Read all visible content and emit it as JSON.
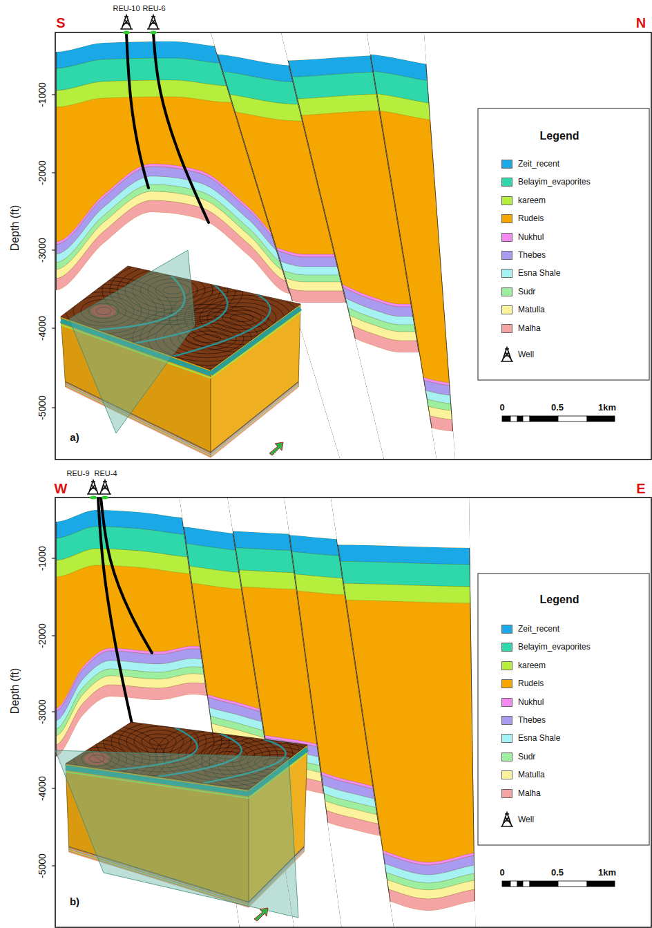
{
  "diagram": {
    "labels": [
      "S",
      "REU-10",
      "REU-6",
      "N",
      "-1000",
      "-2000",
      "-3000",
      "-4000",
      "-5000",
      "Depth (ft)",
      "Legend",
      "0",
      "0.5",
      "1km",
      "a)",
      "W",
      "REU-9",
      "REU-4",
      "E",
      "-1000",
      "-2000",
      "-3000",
      "-4000",
      "-5000",
      "Depth (ft)",
      "Legend",
      "0",
      "0.5",
      "1km",
      "b)"
    ],
    "legend": [
      {
        "text": "Zeit_recent",
        "color": "#1aa8e6"
      },
      {
        "text": "Belayim_evaporites",
        "color": "#2ed8aa"
      },
      {
        "text": "kareem",
        "color": "#b5ee3c"
      },
      {
        "text": "Rudeis",
        "color": "#f5a600"
      },
      {
        "text": "Nukhul",
        "color": "#f28cf0"
      },
      {
        "text": "Thebes",
        "color": "#a99cf0"
      },
      {
        "text": "Esna Shale",
        "color": "#a6f2f2"
      },
      {
        "text": "Sudr",
        "color": "#9eeea0"
      },
      {
        "text": "Matulla",
        "color": "#fbf39c"
      },
      {
        "text": "Malha",
        "color": "#f4a4a4"
      },
      {
        "text": "Well"
      },
      {
        "text": "Zeit_recent",
        "color": "#1aa8e6"
      },
      {
        "text": "Belayim_evaporites",
        "color": "#2ed8aa"
      },
      {
        "text": "kareem",
        "color": "#b5ee3c"
      },
      {
        "text": "Rudeis",
        "color": "#f5a600"
      },
      {
        "text": "Nukhul",
        "color": "#f28cf0"
      },
      {
        "text": "Thebes",
        "color": "#a99cf0"
      },
      {
        "text": "Esna Shale",
        "color": "#a6f2f2"
      },
      {
        "text": "Sudr",
        "color": "#9eeea0"
      },
      {
        "text": "Matulla",
        "color": "#fbf39c"
      },
      {
        "text": "Malha",
        "color": "#f4a4a4"
      },
      {
        "text": "Well"
      }
    ]
  }
}
